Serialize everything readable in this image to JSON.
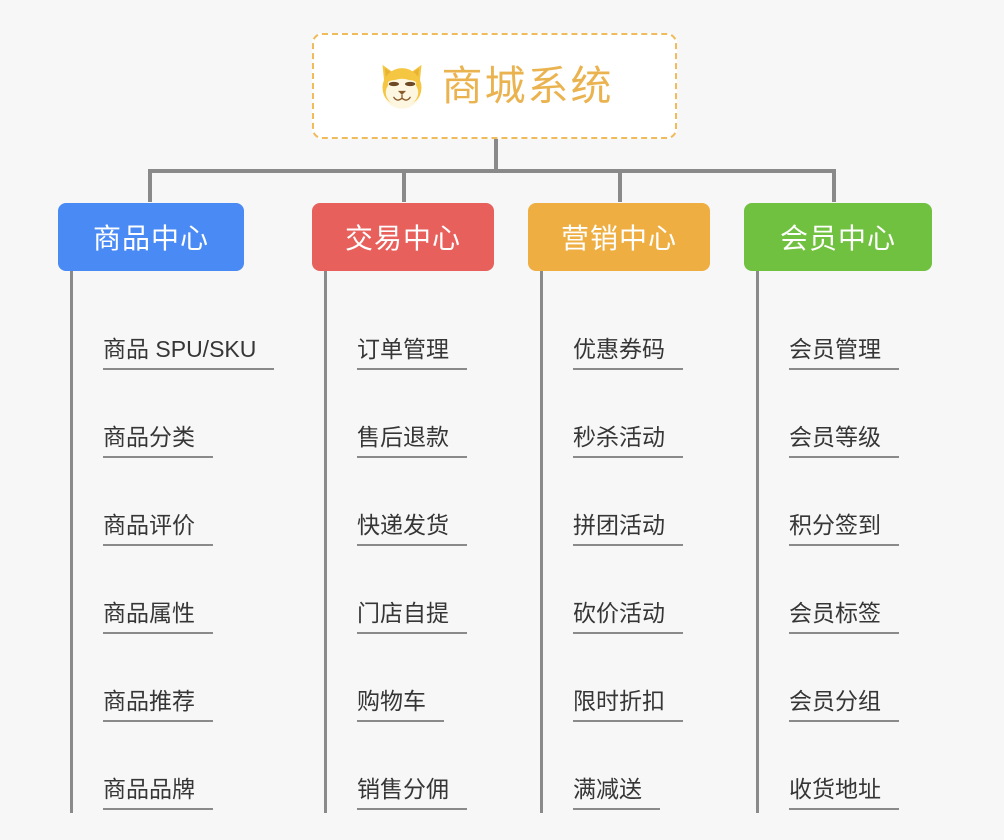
{
  "root": {
    "title": "商城系统",
    "icon": "shiba-dog-icon",
    "border_color": "#f0bb5a",
    "text_color": "#eab34f",
    "background": "#ffffff"
  },
  "canvas": {
    "background": "#f7f7f7",
    "connector_color": "#8a8a8a"
  },
  "columns": [
    {
      "title": "商品中心",
      "color": "#4a8af4",
      "items": [
        "商品 SPU/SKU",
        "商品分类",
        "商品评价",
        "商品属性",
        "商品推荐",
        "商品品牌"
      ]
    },
    {
      "title": "交易中心",
      "color": "#e8605c",
      "items": [
        "订单管理",
        "售后退款",
        "快递发货",
        "门店自提",
        "购物车",
        "销售分佣"
      ]
    },
    {
      "title": "营销中心",
      "color": "#eeae42",
      "items": [
        "优惠券码",
        "秒杀活动",
        "拼团活动",
        "砍价活动",
        "限时折扣",
        "满减送"
      ]
    },
    {
      "title": "会员中心",
      "color": "#70c13f",
      "items": [
        "会员管理",
        "会员等级",
        "积分签到",
        "会员标签",
        "会员分组",
        "收货地址"
      ]
    }
  ]
}
